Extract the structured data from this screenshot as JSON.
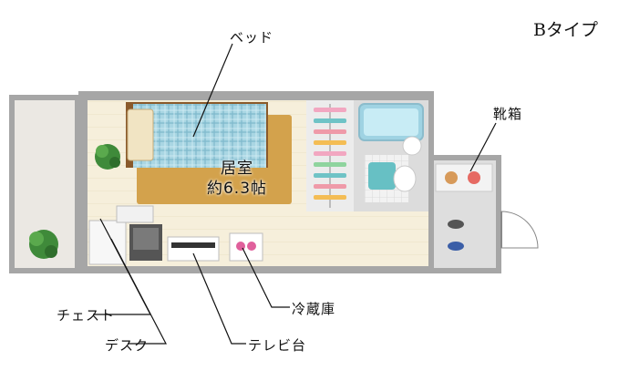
{
  "title": "Bタイプ",
  "labels": {
    "bed": "ベッド",
    "shoe_box": "靴箱",
    "room_name": "居室",
    "room_size": "約6.3帖",
    "chest": "チェスト",
    "desk": "デスク",
    "tv_stand": "テレビ台",
    "fridge": "冷蔵庫"
  },
  "colors": {
    "wall": "#a6a6a6",
    "floor": "#f5eed9",
    "rug": "#d2a14a",
    "bed_cover": "#9cd0df",
    "bath_tub": "#bfe3ef",
    "balcony": "#eae7e2"
  }
}
